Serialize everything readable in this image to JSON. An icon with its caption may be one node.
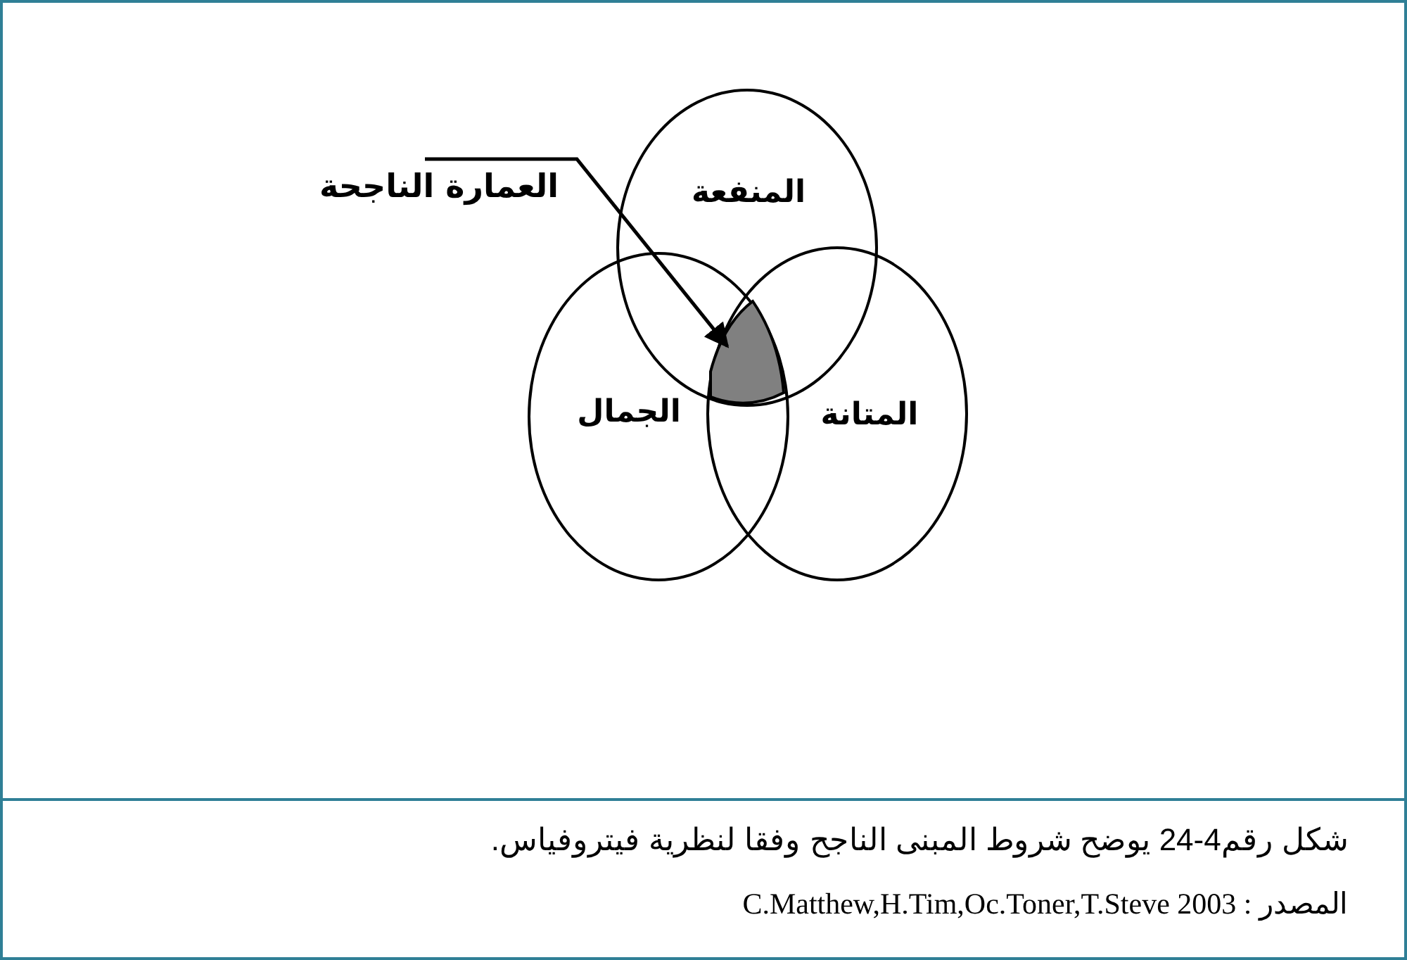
{
  "diagram": {
    "caption": "شكل رقم4-24   يوضح شروط المبنى الناجح وفقا لنظرية فيتروفياس.",
    "nodes": [
      {
        "text": [
          "العمارة الناجحة"
        ]
      },
      {
        "text": [
          "المنفعة"
        ]
      },
      {
        "text": [
          "الجمال"
        ]
      },
      {
        "text": [
          "المتانة"
        ]
      },
      {
        "text": [],
        "shape": "region"
      }
    ],
    "edges": [
      {
        "from": 0,
        "to": 4,
        "arrow": "to"
      }
    ],
    "labels": [
      "المصدر : C.Matthew,H.Tim,Oc.Toner,T.Steve 2003"
    ]
  }
}
